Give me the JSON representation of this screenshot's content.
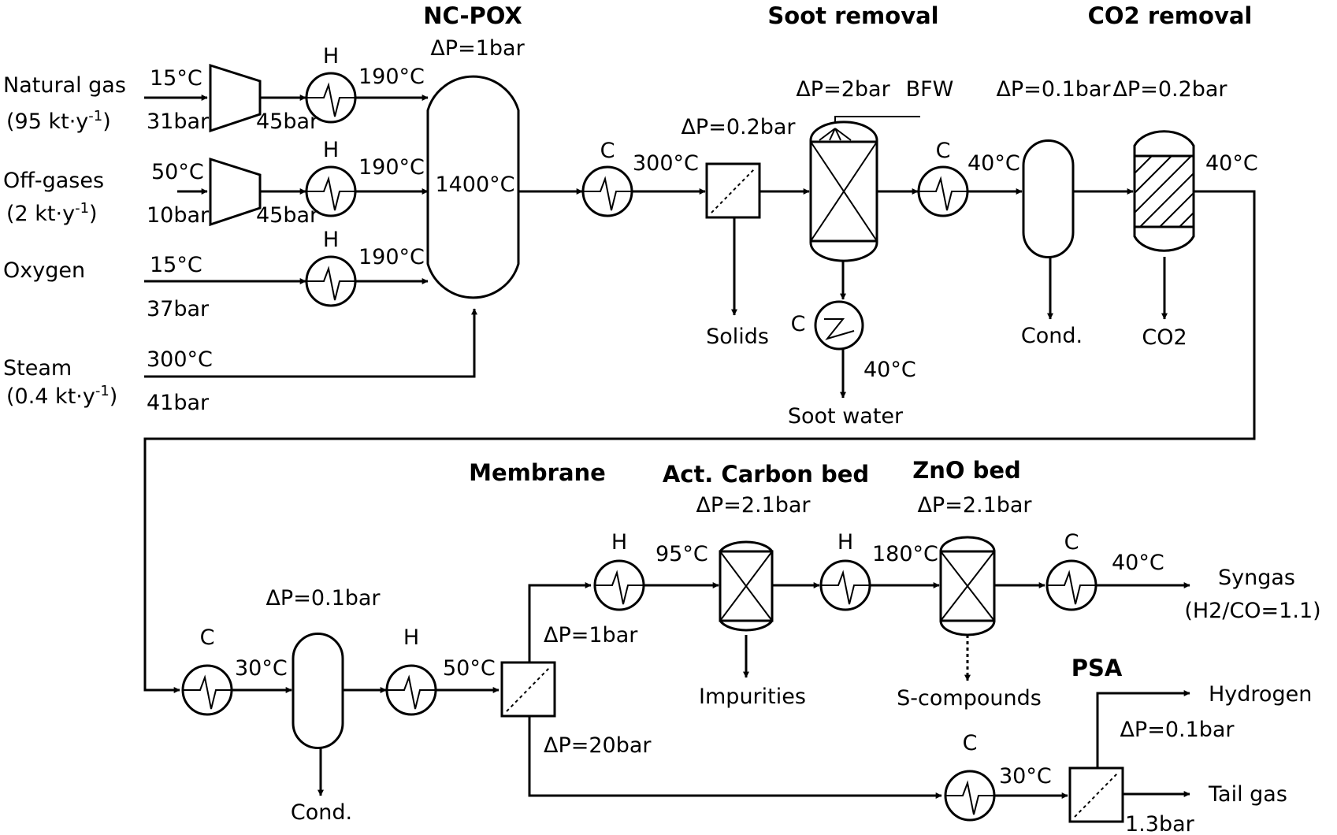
{
  "units": {
    "ncpox": {
      "title": "NC-POX",
      "dp": "ΔP=1bar",
      "temp": "1400°C"
    },
    "soot": {
      "title": "Soot removal",
      "dp_filter": "ΔP=0.2bar",
      "dp_scrubber": "ΔP=2bar",
      "bfw": "BFW",
      "solids": "Solids",
      "soot_water": "Soot water",
      "soot_water_temp": "40°C"
    },
    "co2": {
      "title": "CO2 removal",
      "dp_sep": "ΔP=0.1bar",
      "dp_col": "ΔP=0.2bar",
      "cond": "Cond.",
      "co2": "CO2",
      "temp_out": "40°C"
    },
    "membrane": {
      "title": "Membrane",
      "dp_top": "ΔP=1bar",
      "dp_bottom": "ΔP=20bar"
    },
    "actcarbon": {
      "title": "Act. Carbon bed",
      "dp": "ΔP=2.1bar",
      "impurities": "Impurities"
    },
    "zno": {
      "title": "ZnO bed",
      "dp": "ΔP=2.1bar",
      "scompounds": "S-compounds"
    },
    "psa": {
      "title": "PSA",
      "dp": "ΔP=0.1bar",
      "pressure": "1.3bar",
      "hydrogen": "Hydrogen",
      "tailgas": "Tail gas"
    },
    "sep2": {
      "dp": "ΔP=0.1bar",
      "cond": "Cond."
    }
  },
  "feeds": {
    "natural_gas": {
      "name": "Natural gas",
      "rate": "(95 kt·y",
      "rate_sup": "-1",
      "rate_end": ")",
      "t_in": "15°C",
      "p_in": "31bar",
      "p_out": "45bar",
      "t_out": "190°C"
    },
    "off_gases": {
      "name": "Off-gases",
      "rate": "(2 kt·y",
      "rate_sup": "-1",
      "rate_end": ")",
      "t_in": "50°C",
      "p_in": "10bar",
      "p_out": "45bar",
      "t_out": "190°C"
    },
    "oxygen": {
      "name": "Oxygen",
      "t_in": "15°C",
      "p_in": "37bar",
      "t_out": "190°C"
    },
    "steam": {
      "name": "Steam",
      "rate": "(0.4 kt·y",
      "rate_sup": "-1",
      "rate_end": ")",
      "t_in": "300°C",
      "p_in": "41bar"
    }
  },
  "exchangers": {
    "h_label": "H",
    "c_label": "C"
  },
  "streams": {
    "t_after_c1": "300°C",
    "t_after_c2": "40°C",
    "t_after_c3": "30°C",
    "t_after_h4": "50°C",
    "t_after_h5": "95°C",
    "t_after_h6": "180°C",
    "t_after_c7": "40°C",
    "t_after_c8": "30°C"
  },
  "products": {
    "syngas": "Syngas",
    "syngas_ratio": "(H2/CO=1.1)"
  }
}
